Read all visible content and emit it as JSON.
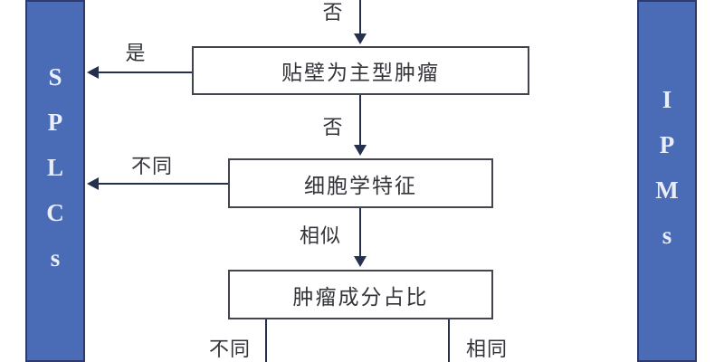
{
  "diagram": {
    "title_hint": "IPMs vs SPLCs differential flowchart",
    "left_bar": {
      "label": "SPLCs",
      "chars": [
        "S",
        "P",
        "L",
        "C",
        "s"
      ]
    },
    "right_bar": {
      "label": "IPMs",
      "chars": [
        "I",
        "P",
        "M",
        "s"
      ]
    },
    "nodes": {
      "box1": "贴壁为主型肿瘤",
      "box2": "细胞学特征",
      "box3": "肿瘤成分占比"
    },
    "edge_labels": {
      "top_no": "否",
      "yes_to_splcs": "是",
      "no_between_box1_box2": "否",
      "different_to_splcs": "不同",
      "similar_between_box2_box3": "相似",
      "bottom_left_different": "不同",
      "bottom_right_same": "相同"
    },
    "colors": {
      "bar_fill": "#4a6bb5",
      "bar_border": "#2d3a6b",
      "bar_text": "#e9eef8",
      "arrow": "#252f4e",
      "box_border": "#43454e",
      "text": "#33343a",
      "bg": "#ffffff"
    }
  }
}
